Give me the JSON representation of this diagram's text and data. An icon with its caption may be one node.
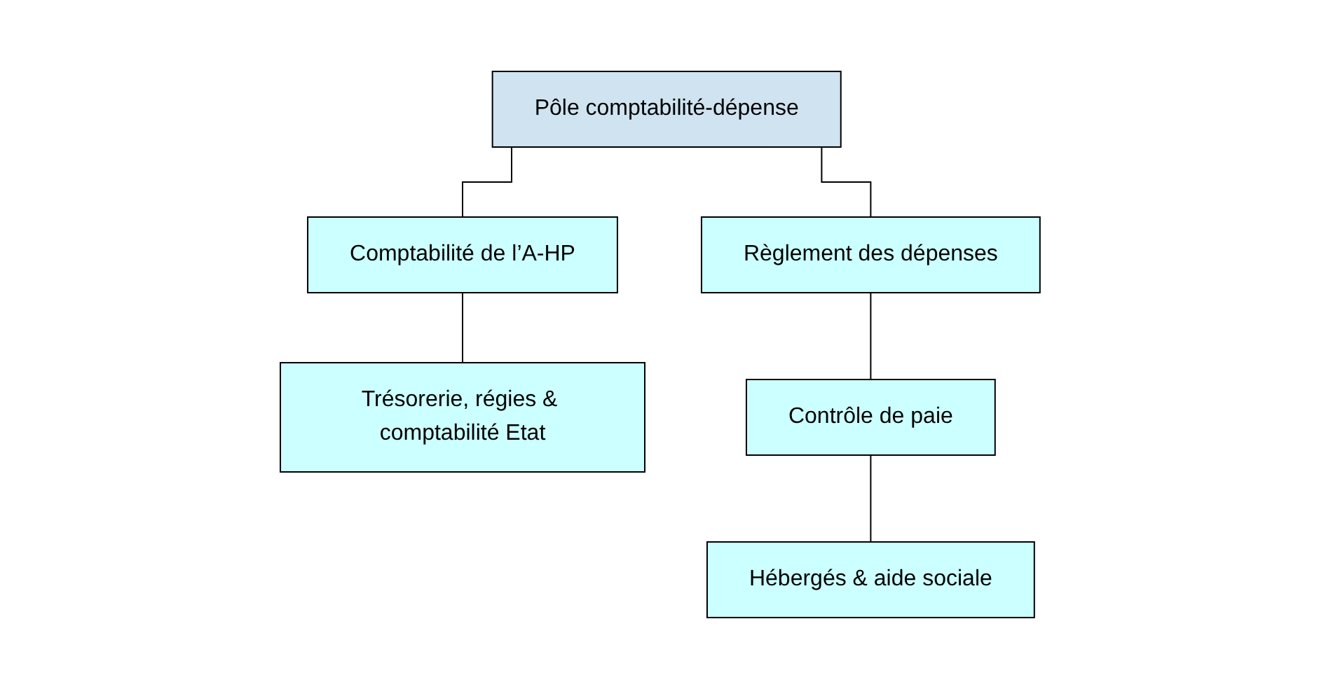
{
  "diagram": {
    "nodes": [
      {
        "text": [
          "Pôle comptabilité-dépense"
        ]
      },
      {
        "text": [
          "Comptabilité de l’A-HP"
        ]
      },
      {
        "text": [
          "Trésorerie, régies & comptabilité Etat"
        ]
      },
      {
        "text": [
          "Règlement des dépenses"
        ]
      },
      {
        "text": [
          "Contrôle de paie"
        ]
      },
      {
        "text": [
          "Hébergés & aide sociale"
        ]
      }
    ],
    "edges": [
      {
        "from": 0,
        "to": 1,
        "arrow": "none"
      },
      {
        "from": 1,
        "to": 2,
        "arrow": "none"
      },
      {
        "from": 0,
        "to": 3,
        "arrow": "none"
      },
      {
        "from": 3,
        "to": 4,
        "arrow": "none"
      },
      {
        "from": 4,
        "to": 5,
        "arrow": "none"
      }
    ]
  }
}
